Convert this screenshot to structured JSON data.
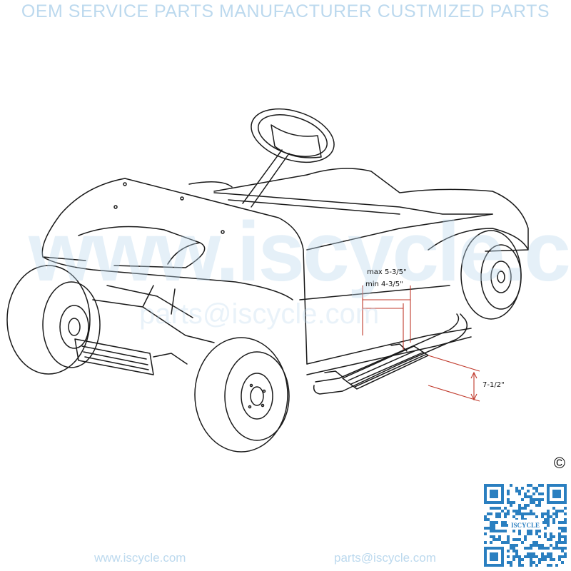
{
  "banner": {
    "text": "OEM SERVICE  PARTS MANUFACTURER  CUSTMIZED PARTS"
  },
  "watermark": {
    "url": "www.iscycle.com",
    "email": "parts@iscycle.com"
  },
  "dimensions": {
    "max": "max 5-3/5\"",
    "min": "min 4-3/5\"",
    "height": "7-1/2\""
  },
  "copyright": "©",
  "footer": {
    "website": "www.iscycle.com",
    "email": "parts@iscycle.com"
  },
  "qr": {
    "label": "ISCYCLE"
  },
  "colors": {
    "brand": "#bcd9ee",
    "line": "#1a1a1a",
    "dimension": "#c0392b",
    "qr": "#2a7fc0"
  }
}
